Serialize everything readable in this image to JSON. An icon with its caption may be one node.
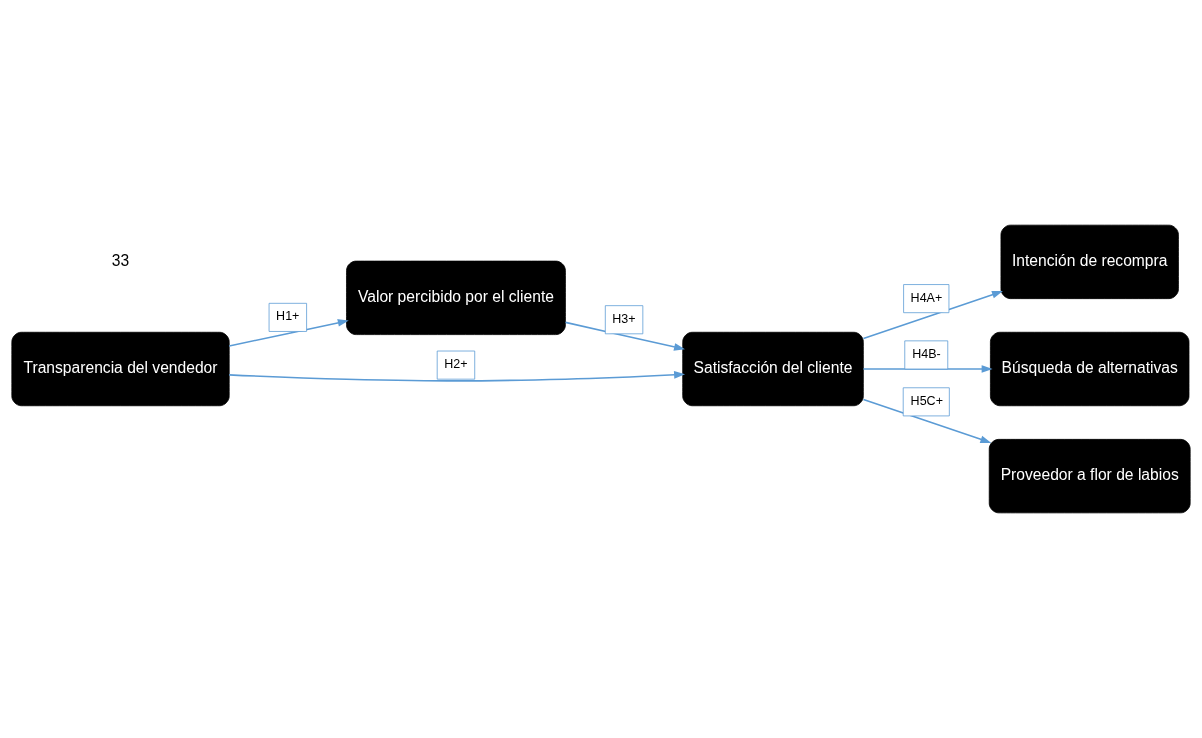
{
  "diagram": {
    "nodes": [
      {
        "text": [
          "Transparencia del vendedor"
        ]
      },
      {
        "text": [
          "Valor percibido por el cliente"
        ]
      },
      {
        "text": [
          "Satisfacción del cliente"
        ]
      },
      {
        "text": [
          "Intención de recompra"
        ]
      },
      {
        "text": [
          "Búsqueda de alternativas"
        ]
      },
      {
        "text": [
          "Proveedor a flor de labios"
        ]
      }
    ],
    "edges": [
      {
        "from": 0,
        "to": 1,
        "arrow": "to",
        "label": "H1+"
      },
      {
        "from": 0,
        "to": 2,
        "arrow": "to",
        "label": "H2+"
      },
      {
        "from": 1,
        "to": 2,
        "arrow": "to",
        "label": "H3+"
      },
      {
        "from": 2,
        "to": 3,
        "arrow": "to",
        "label": "H4A+"
      },
      {
        "from": 2,
        "to": 4,
        "arrow": "to",
        "label": "H4B-"
      },
      {
        "from": 2,
        "to": 5,
        "arrow": "to",
        "label": "H5C+"
      }
    ],
    "labels": [
      "33"
    ]
  }
}
